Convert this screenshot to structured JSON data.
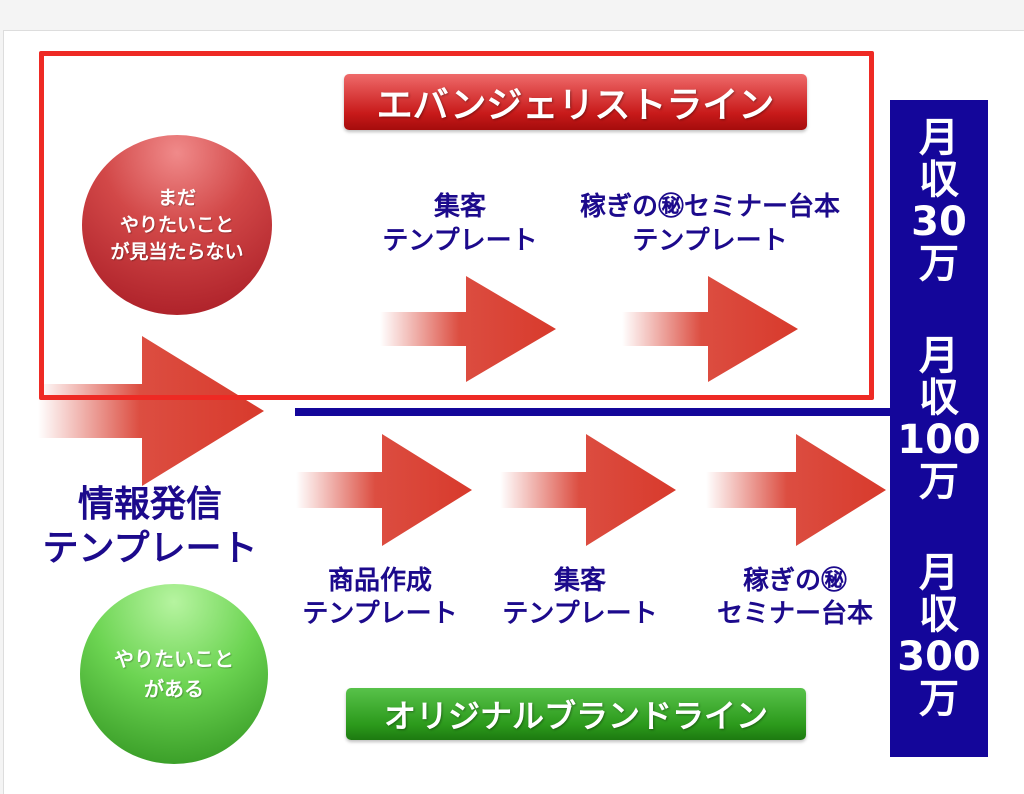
{
  "top_banner": "エバンジェリストライン",
  "bottom_banner": "オリジナルブランドライン",
  "circle_top": "まだ\nやりたいこと\nが見当たらない",
  "circle_bottom": "やりたいこと\nがある",
  "main_label": "情報発信\nテンプレート",
  "top_steps": [
    "集客\nテンプレート",
    "稼ぎの㊙セミナー台本\nテンプレート"
  ],
  "bottom_steps": [
    "商品作成\nテンプレート",
    "集客\nテンプレート",
    "稼ぎの㊙\nセミナー台本"
  ],
  "income_levels": [
    "月\n収\n30\n万",
    "月\n収\n100\n万",
    "月\n収\n300\n万"
  ],
  "colors": {
    "red_frame": "#ee2a24",
    "navy": "#14069a",
    "label_text": "#1c0a8c",
    "arrow_red": "#d83a2c",
    "banner_red": "#c81a1a",
    "banner_green": "#2c9a1c"
  }
}
